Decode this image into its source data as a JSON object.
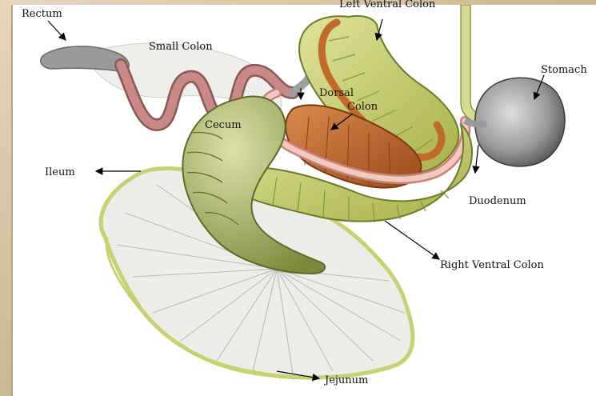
{
  "diagram": {
    "labels": {
      "rectum": "Rectum",
      "small_colon": "Small Colon",
      "left_ventral_colon": "Left Ventral Colon",
      "stomach": "Stomach",
      "dorsal_colon_1": "Dorsal",
      "dorsal_colon_2": "Colon",
      "cecum": "Cecum",
      "ileum": "Ileum",
      "duodenum": "Duodenum",
      "right_ventral_colon": "Right Ventral Colon",
      "jejunum": "Jejunum"
    },
    "colors": {
      "page_bg": "#d9c6a8",
      "colon_green": "#c9cf6a",
      "colon_dark": "#6e7a2a",
      "dorsal_orange": "#c06a2c",
      "small_colon_pink": "#c98a86",
      "stomach_gray": "#8c8c8c",
      "mesentery_gray": "#e6e6e2",
      "jejunum_edge": "#c8d070"
    }
  }
}
